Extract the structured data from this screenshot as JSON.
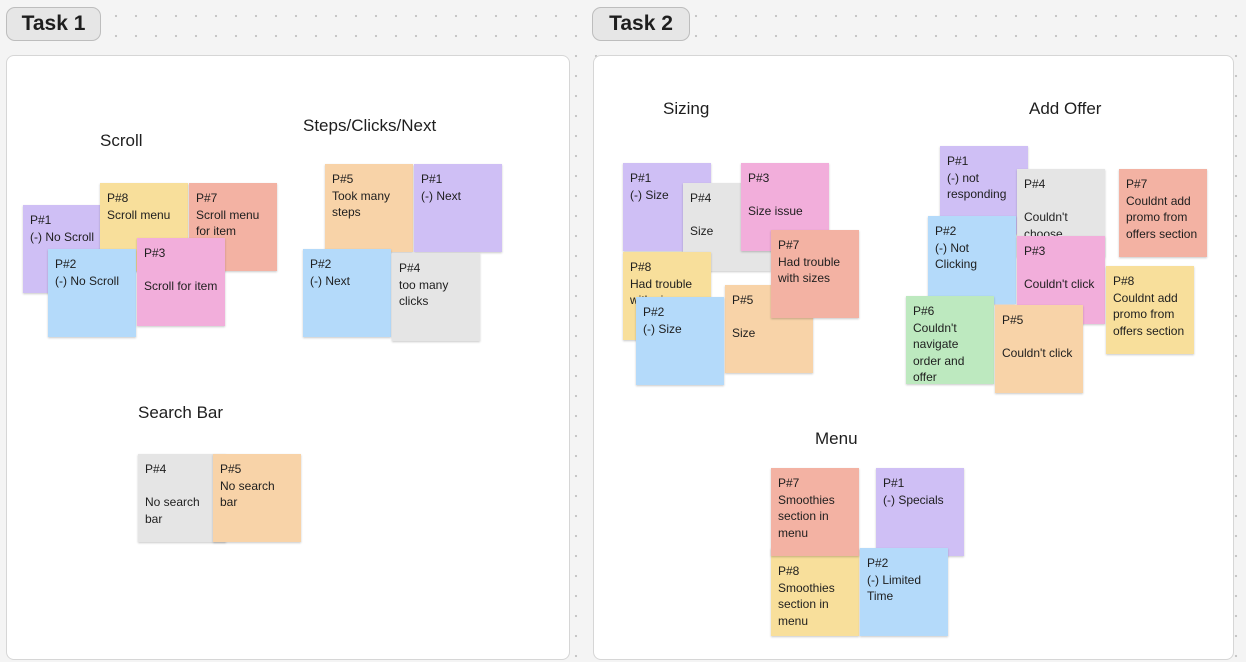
{
  "tabs": {
    "task1": "Task 1",
    "task2": "Task 2"
  },
  "task1": {
    "scroll": {
      "heading": "Scroll",
      "notes": {
        "p1": "P#1\n(-) No Scroll",
        "p8": "P#8\nScroll menu",
        "p7": "P#7\nScroll menu\nfor item",
        "p2": "P#2\n(-) No Scroll",
        "p3": "P#3\n\nScroll for item"
      }
    },
    "steps": {
      "heading": "Steps/Clicks/Next",
      "notes": {
        "p5": "P#5\nTook many\nsteps",
        "p1": "P#1\n(-) Next",
        "p2": "P#2\n(-) Next",
        "p4": "P#4\ntoo many\nclicks"
      }
    },
    "search": {
      "heading": "Search Bar",
      "notes": {
        "p4": "P#4\n\nNo search bar",
        "p5": "P#5\nNo search bar"
      }
    }
  },
  "task2": {
    "sizing": {
      "heading": "Sizing",
      "notes": {
        "p1": "P#1\n(-) Size",
        "p4": "P#4\n\nSize",
        "p3": "P#3\n\nSize issue",
        "p7": "P#7\nHad trouble\nwith sizes",
        "p8": "P#8\nHad trouble\nwith sizes",
        "p5": "P#5\n\nSize",
        "p2": "P#2\n(-) Size"
      }
    },
    "offer": {
      "heading": "Add Offer",
      "notes": {
        "p1": "P#1\n(-) not\nresponding",
        "p4": "P#4\n\nCouldn't\nchoose",
        "p7": "P#7\nCouldnt add\npromo from\noffers section",
        "p2": "P#2\n(-) Not\nClicking",
        "p3": "P#3\n\nCouldn't click",
        "p8": "P#8\nCouldnt add\npromo from\noffers section",
        "p6": "P#6\nCouldn't\nnavigate\norder and\noffer",
        "p5": "P#5\n\nCouldn't click"
      }
    },
    "menu": {
      "heading": "Menu",
      "notes": {
        "p7": "P#7\nSmoothies\nsection in\nmenu",
        "p1": "P#1\n(-) Specials",
        "p8": "P#8\nSmoothies\nsection in\nmenu",
        "p2": "P#2\n(-) Limited\nTime"
      }
    }
  },
  "colors": {
    "purple": "#cfbff5",
    "blue": "#b4dafa",
    "yellow": "#f8df9b",
    "salmon": "#f3b2a3",
    "pink": "#f2aedb",
    "orange": "#f8d3a8",
    "gray": "#e5e5e5",
    "green": "#bde9bf"
  }
}
